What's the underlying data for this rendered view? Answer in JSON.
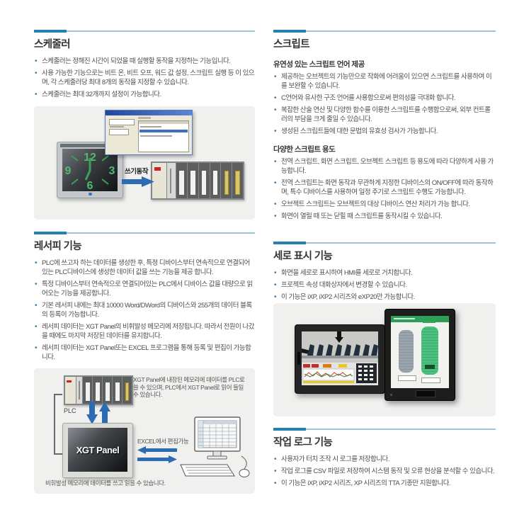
{
  "colors": {
    "accent_blue": "#2581b2",
    "rule_light_blue": "#9fc6d8",
    "bullet_blue": "#2f79ae",
    "arrow_blue": "#2d6cb3",
    "figure_background": "#f0f0ee",
    "clock_green": "#52b86e",
    "gauge_green": "#4cc07e",
    "gauge_gray": "#a7b1b8"
  },
  "left": {
    "scheduler": {
      "title": "스케줄러",
      "bullets": [
        "스케줄러는 정해진 시간이 되었을 때 실행할 동작을 지정하는 기능입니다.",
        "사용 가능한 기능으로는 비트 온, 비트 오프, 워드 값 설정, 스크립트 실행 등 이 있으며, 각 스케줄러당 최대 8개의 동작을 지정할 수 있습니다.",
        "스케줄러는 최대 32개까지 설정이 가능합니다."
      ]
    },
    "scheduler_figure": {
      "write_label": "쓰기동작"
    },
    "recipe": {
      "title": "레서피 기능",
      "bullets": [
        "PLC에 쓰고자 하는 데이터를 생성한 후, 특정 디바이스부터 연속적으로 연결되어 있는 PLC디바이스에 생성한 데이터 값을 쓰는 기능을 제공 합니다.",
        "특정 디바이스부터 연속적으로 연결되어있는 PLC에서 디바이스 값을 대량으로 읽어오는 기능을 제공합니다.",
        "기본 레서피 내에는 최대 10000 Word/DWord의 디바이스와 255개의 데이터 블록의 등록이 가능합니다.",
        "레서피 데이터는 XGT Panel의 비휘발성 메모리에 저장됩니다. 따라서 전원이 나갔을 때에도 마지막 저장된 데이터를 유지합니다.",
        "레서피 데이터는 XGT Panel또는 EXCEL 프로그램을 통해 등록 및 편집이 가능합니다."
      ]
    },
    "recipe_figure": {
      "annotation": "XGT Panel에 내장된 메모리에 데이터를 PLC로 쓸 수 있으며, PLC에서 XGT Panel로 읽어 들일 수 있습니다.",
      "plc_label": "PLC",
      "device_label": "XGT Panel",
      "excel_label": "EXCEL에서 편집가능",
      "caption": "비휘발성 메모리에 데이터를 쓰고 읽을 수 있습니다."
    }
  },
  "right": {
    "script": {
      "title": "스크립트",
      "subsections": [
        {
          "heading": "유연성 있는 스크립트 언어 제공",
          "bullets": [
            "제공하는 오브젝트의 기능만으로 작화에 어려움이 있으면 스크립트를 사용하여 이를 보완할 수 있습니다.",
            "C언어와 유사한 구조 언어를 사용함으로써 편의성을 극대화 합니다.",
            "복잡한 산술 연산 및 다양한 함수를 이용한 스크립트를 수행함으로써, 외부 컨트롤러의 부담을 크게 줄일 수 있습니다.",
            "생성된 스크립트들에 대한 문법의 유효성 검사가 가능합니다."
          ]
        },
        {
          "heading": "다양한 스크립트 용도",
          "bullets": [
            "전역 스크립트, 화면 스크립트, 오브젝트 스크립트 등 용도에 따라 다양하게 사용 가능합니다.",
            "전역 스크립트는 화면 동작과 무관하게 지정한 디바이스의 ON/OFF에 따라 동작하며, 특수 디바이스를 사용하여 일정 주기로 스크립트 수행도 가능합니다.",
            "오브젝트 스크립트는 오브젝트의 대상 디바이스 연산 처리가 가능 합니다.",
            "화면이 열릴 때 또는 닫힐 때 스크립트를 동작시킬 수 있습니다."
          ]
        }
      ]
    },
    "vertical_display": {
      "title": "세로 표시 기능",
      "bullets": [
        "화면을 세로로 표시하여 HMI를 세로로 거치합니다.",
        "프로젝트 속성 대화상자에서 변경할 수 있습니다.",
        "이 기능은 iXP, iXP2 시리즈와 eXP20만 가능합니다."
      ]
    },
    "work_log": {
      "title": "작업 로그 기능",
      "bullets": [
        "사용자가 터치 조작 시 로그를 저장합니다.",
        "작업 로그를 CSV 파일로 저장하여 시스템 동작 및 오류 현상을 분석할 수 있습니다.",
        "이 기능은 iXP, iXP2 시리즈, XP 시리즈의 TTA 기종만 지원합니다."
      ]
    }
  }
}
